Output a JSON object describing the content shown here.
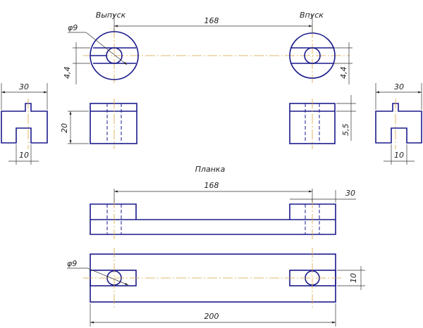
{
  "labels": {
    "exhaust": "Выпуск",
    "intake": "Впуск",
    "plate": "Планка"
  },
  "dimensions": {
    "dia_top": "φ9",
    "dia_bottom": "φ9",
    "dist_top": "168",
    "dist_plate": "168",
    "dist_total": "200",
    "width_left": "30",
    "width_right": "30",
    "width_plate_right": "30",
    "slot_left": "10",
    "slot_right": "10",
    "height_left": "20",
    "slot_depth_right": "5,5",
    "offset_left": "4,4",
    "offset_right": "4,4",
    "plan_width": "10"
  },
  "colors": {
    "outline": "#1a1a8c",
    "centerline": "#d9a441",
    "dimension": "#333333"
  }
}
